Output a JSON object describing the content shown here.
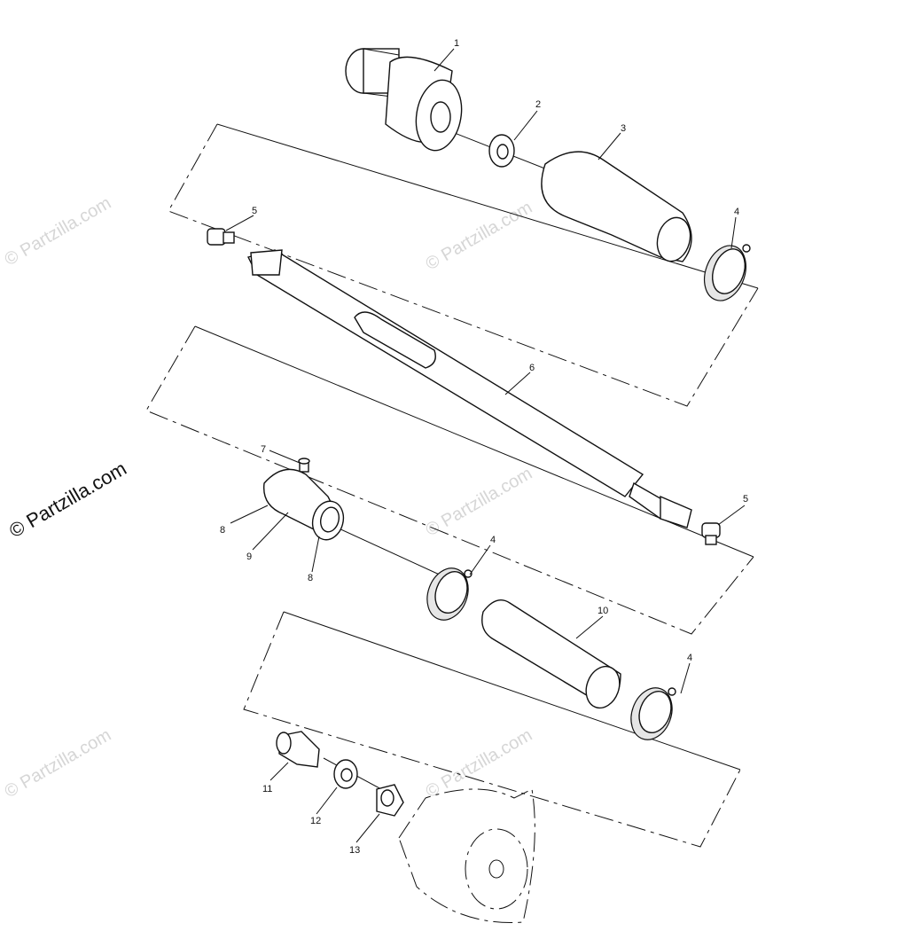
{
  "diagram": {
    "callouts": [
      "1",
      "2",
      "3",
      "4",
      "4",
      "4",
      "5",
      "5",
      "6",
      "7",
      "8",
      "8",
      "9",
      "10",
      "11",
      "12",
      "13"
    ],
    "watermark_main": "© Partzilla.com",
    "watermark_faint": "© Partzilla.com"
  }
}
